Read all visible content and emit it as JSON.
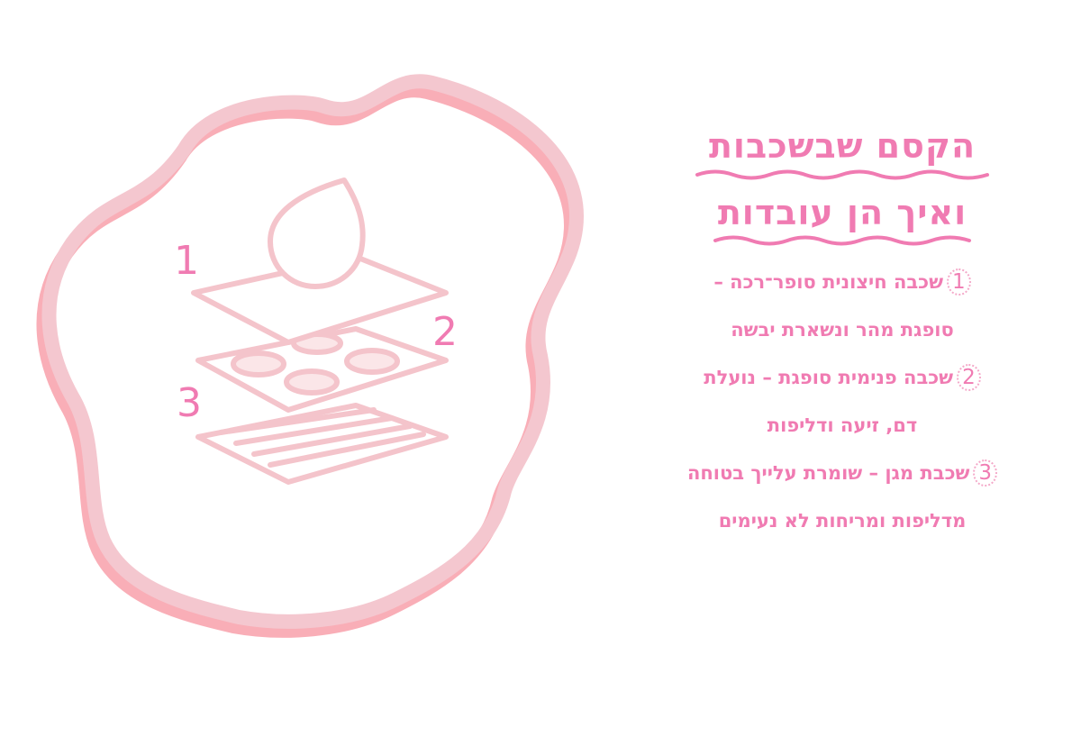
{
  "title": {
    "line1": "הקסם שבשכבות",
    "line2": "ואיך הן עובדות"
  },
  "layer_numbers": [
    "1",
    "2",
    "3"
  ],
  "points": [
    {
      "number": "1",
      "line1": "שכבה חיצונית סופר־רכה –",
      "line2": "סופגת מהר ונשארת יבשה"
    },
    {
      "number": "2",
      "line1": "שכבה פנימית סופגת – נועלת",
      "line2": "דם, זיעה ודליפות"
    },
    {
      "number": "3",
      "line1": "שכבת מגן – שומרת עלייך בטוחה",
      "line2": "מדליפות ומריחות לא נעימים"
    }
  ],
  "colors": {
    "text_pink": "#f07bb2",
    "blob_outline": "#f4c7cf",
    "blob_shadow": "#f9aeb7",
    "icon_stroke": "#f4c4cb",
    "icon_fill": "#fbe6e8"
  },
  "icons": [
    "blob-frame",
    "droplet-icon",
    "layers-icon"
  ]
}
